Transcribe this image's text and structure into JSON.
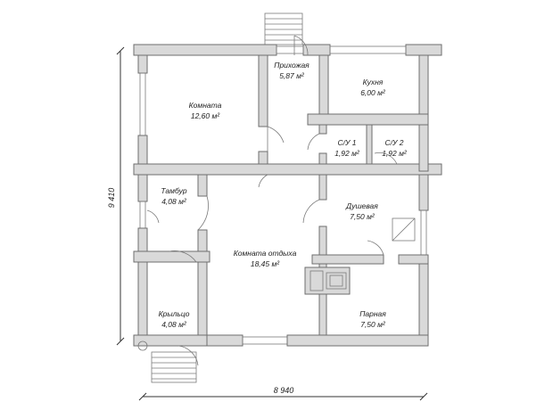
{
  "dimensions": {
    "width": "8 940",
    "height": "9 410"
  },
  "rooms": [
    {
      "id": "komnata",
      "name": "Комната",
      "area": "12,60 м²"
    },
    {
      "id": "prihozhaya",
      "name": "Прихожая",
      "area": "5,87 м²"
    },
    {
      "id": "kuhnya",
      "name": "Кухня",
      "area": "6,00 м²"
    },
    {
      "id": "su1",
      "name": "С/У 1",
      "area": "1,92 м²"
    },
    {
      "id": "su2",
      "name": "С/У 2",
      "area": "1,92 м²"
    },
    {
      "id": "tambur",
      "name": "Тамбур",
      "area": "4,08 м²"
    },
    {
      "id": "dushevaya",
      "name": "Душевая",
      "area": "7,50 м²"
    },
    {
      "id": "komnata-otdyha",
      "name": "Комната отдыха",
      "area": "18,45 м²"
    },
    {
      "id": "kryltso",
      "name": "Крыльцо",
      "area": "4,08 м²"
    },
    {
      "id": "parnaya",
      "name": "Парная",
      "area": "7,50 м²"
    }
  ]
}
